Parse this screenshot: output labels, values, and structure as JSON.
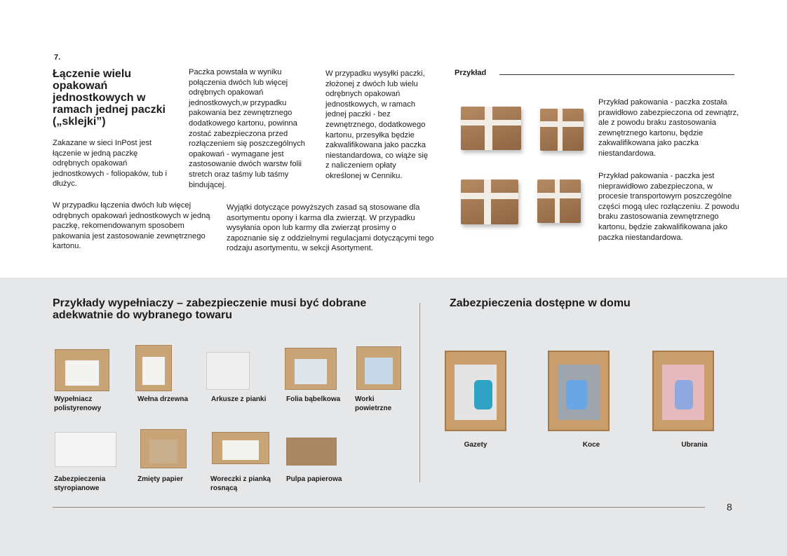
{
  "section_number": "7.",
  "heading": "Łączenie wielu opakowań jednostkowych w ramach jednej paczki („sklejki”)",
  "intro": "Zakazane w sieci InPost jest łączenie w jedną paczkę odrębnych opakowań jednostkowych - foliopaków, tub i dłużyc.",
  "col2": "Paczka powstała w wyniku połączenia dwóch lub więcej odrębnych opakowań jednostkowych,w przypadku pakowania bez zewnętrznego dodatkowego kartonu, powinna zostać zabezpieczona przed rozłączeniem się poszczególnych opakowań - wymagane jest zastosowanie dwóch warstw folii stretch oraz taśmy lub taśmy bindującej.",
  "col3": "W przypadku wysyłki paczki, złożonej z dwóch lub wielu odrębnych opakowań jednostkowych, w ramach jednej paczki - bez zewnętrznego, dodatkowego kartonu, przesyłka będzie zakwalifikowana jako paczka niestandardowa, co wiąże się z naliczeniem opłaty określonej w Cenniku.",
  "recommend": "W przypadku łączenia dwóch lub więcej odrębnych opakowań jednostkowych w jedną paczkę, rekomendowanym sposobem pakowania jest zastosowanie zewnętrznego kartonu.",
  "exceptions": "Wyjątki dotyczące powyższych zasad są stosowane dla asortymentu opony i karma dla zwierząt. W przypadku wysyłania opon lub karmy dla zwierząt prosimy o zapoznanie się z oddzielnymi regulacjami dotyczącymi tego rodzaju asortymentu, w sekcji Asortyment.",
  "example": {
    "label": "Przykład",
    "correct": "Przykład pakowania - paczka została prawidłowo zabezpieczona od zewnątrz, ale z powodu braku zastosowania zewnętrznego kartonu, będzie zakwalifikowana jako paczka niestandardowa.",
    "incorrect": "Przykład pakowania - paczka jest nieprawidłowo zabezpieczona, w procesie transportowym poszczególne części mogą ulec rozłączeniu. Z powodu braku zastosowania zewnętrznego kartonu, będzie zakwalifikowana jako paczka niestandardowa."
  },
  "fillers": {
    "title": "Przykłady wypełniaczy – zabezpieczenie musi być dobrane adekwatnie do wybranego towaru",
    "items": [
      "Wypełniacz polistyrenowy",
      "Wełna drzewna",
      "Arkusze z pianki",
      "Folia bąbelkowa",
      "Worki powietrzne",
      "Zabezpieczenia styropianowe",
      "Zmięty papier",
      "Woreczki z pianką rosnącą",
      "Pulpa papierowa"
    ]
  },
  "home": {
    "title": "Zabezpieczenia dostępne w domu",
    "items": [
      "Gazety",
      "Koce",
      "Ubrania"
    ]
  },
  "page_number": "8"
}
